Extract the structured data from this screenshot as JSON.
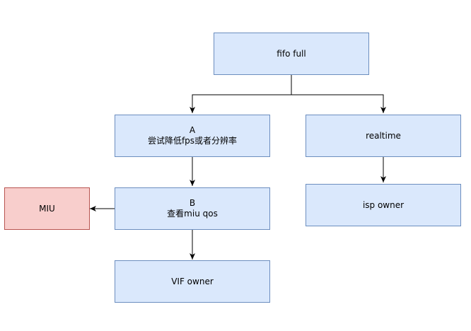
{
  "diagram": {
    "nodes": [
      {
        "id": "fifo",
        "lines": [
          "fifo full"
        ],
        "style": "blue"
      },
      {
        "id": "a",
        "lines": [
          "A",
          "尝试降低fps或者分辨率"
        ],
        "style": "blue"
      },
      {
        "id": "realtime",
        "lines": [
          "realtime"
        ],
        "style": "blue"
      },
      {
        "id": "b",
        "lines": [
          "B",
          "查看miu qos"
        ],
        "style": "blue"
      },
      {
        "id": "isp",
        "lines": [
          "isp owner"
        ],
        "style": "blue"
      },
      {
        "id": "miu",
        "lines": [
          "MIU"
        ],
        "style": "red"
      },
      {
        "id": "vif",
        "lines": [
          "VIF owner"
        ],
        "style": "blue"
      }
    ],
    "edges": [
      {
        "from": "fifo",
        "to": "a"
      },
      {
        "from": "fifo",
        "to": "realtime"
      },
      {
        "from": "a",
        "to": "b"
      },
      {
        "from": "realtime",
        "to": "isp"
      },
      {
        "from": "b",
        "to": "miu"
      },
      {
        "from": "b",
        "to": "vif"
      }
    ],
    "colors": {
      "node_fill": "#dae8fc",
      "node_stroke": "#6c8ebf",
      "alert_fill": "#f8cecc",
      "alert_stroke": "#b85450",
      "edge": "#000000"
    }
  }
}
